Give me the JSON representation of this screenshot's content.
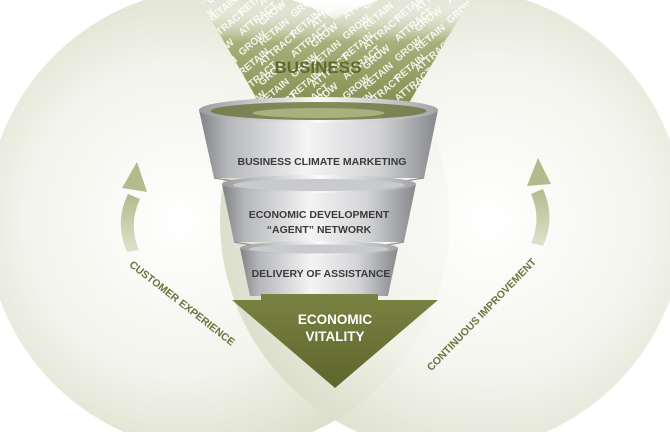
{
  "top_label": "BUSINESS",
  "stream_words": [
    "RETAIN",
    "GROW",
    "ATTRACT"
  ],
  "funnel_bands": [
    {
      "line1": "BUSINESS CLIMATE MARKETING",
      "line2": ""
    },
    {
      "line1": "ECONOMIC DEVELOPMENT",
      "line2": "“AGENT” NETWORK"
    },
    {
      "line1": "DELIVERY OF ASSISTANCE",
      "line2": ""
    }
  ],
  "outcome": {
    "line1": "ECONOMIC",
    "line2": "VITALITY"
  },
  "left_cycle_label": "CUSTOMER EXPERIENCE",
  "right_cycle_label": "CONTINUOUS IMPROVEMENT",
  "icons": {
    "left_arrow": "arrow-up-icon",
    "right_arrow": "arrow-up-icon"
  },
  "colors": {
    "olive_dark": "#636b33",
    "olive_text": "#6a7540",
    "circle_light": "#eef0e3",
    "circle_mid": "#d9dcc6",
    "arrow_light": "#b9bf98",
    "funnel_light": "#e9eaec",
    "funnel_dark": "#8e9094"
  }
}
